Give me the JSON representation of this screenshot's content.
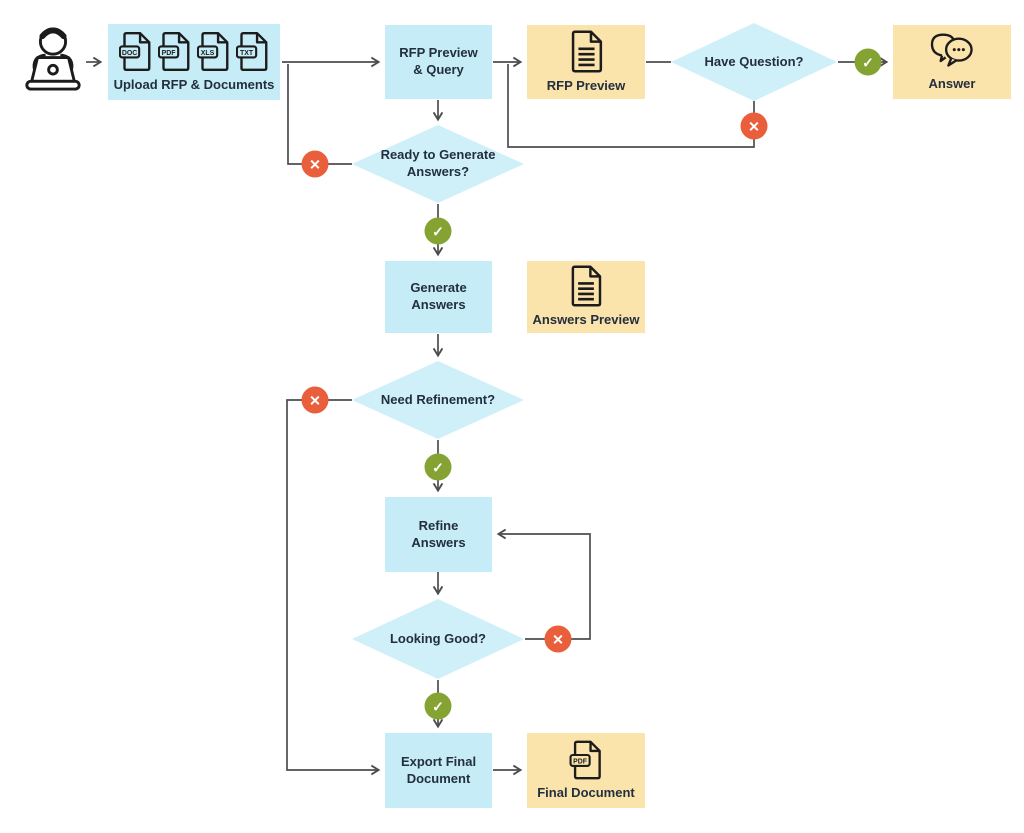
{
  "diagram": {
    "kind": "flowchart",
    "colors": {
      "process_fill": "#c6ecf7",
      "decision_fill": "#cff0f9",
      "artifact_fill": "#fbe3ac",
      "yes_badge": "#84a332",
      "no_badge": "#ea5f3b",
      "connector": "#4d4d4d",
      "text": "#232f3e",
      "icon_stroke": "#1c1c1c"
    },
    "icons": {
      "yes_glyph": "✓",
      "no_glyph": "✕"
    },
    "nodes": {
      "user": {
        "icon": "person-at-laptop-icon"
      },
      "upload": {
        "type": "process",
        "label": "Upload RFP & Documents",
        "files": [
          "DOC",
          "PDF",
          "XLS",
          "TXT"
        ]
      },
      "rfp_preview_query": {
        "type": "process",
        "label": "RFP Preview & Query"
      },
      "rfp_preview": {
        "type": "artifact",
        "label": "RFP Preview",
        "icon": "document-icon"
      },
      "have_question": {
        "type": "decision",
        "label": "Have Question?"
      },
      "answer": {
        "type": "artifact",
        "label": "Answer",
        "icon": "chat-bubbles-icon"
      },
      "ready_to_generate": {
        "type": "decision",
        "label": "Ready to Generate Answers?"
      },
      "generate_answers": {
        "type": "process",
        "label": "Generate Answers"
      },
      "answers_preview": {
        "type": "artifact",
        "label": "Answers Preview",
        "icon": "document-icon"
      },
      "need_refinement": {
        "type": "decision",
        "label": "Need Refinement?"
      },
      "refine_answers": {
        "type": "process",
        "label": "Refine Answers"
      },
      "looking_good": {
        "type": "decision",
        "label": "Looking Good?"
      },
      "export_final_document": {
        "type": "process",
        "label": "Export Final Document"
      },
      "final_document": {
        "type": "artifact",
        "label": "Final Document",
        "icon": "pdf-file-icon",
        "badge": "PDF"
      }
    }
  }
}
